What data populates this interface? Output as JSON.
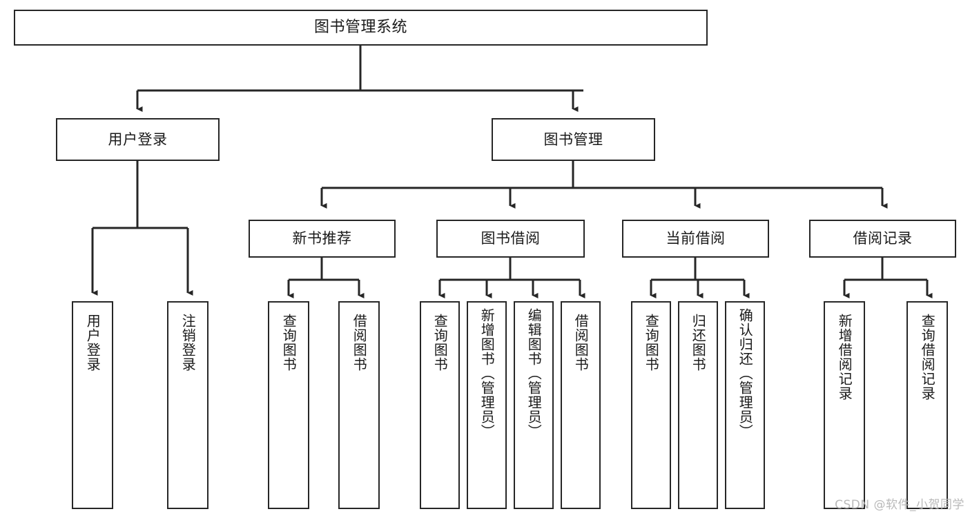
{
  "diagram": {
    "title": "图书管理系统",
    "watermark": "CSDN @软件_小贺同学",
    "stroke_color": "#262626",
    "fill_color": "#ffffff",
    "text_color": "#1a1a1a",
    "watermark_color": "#b9b9b9",
    "nodes": {
      "root": {
        "label": "图书管理系统"
      },
      "level2": [
        {
          "id": "user-login",
          "label": "用户登录"
        },
        {
          "id": "book-management",
          "label": "图书管理"
        }
      ],
      "level3": [
        {
          "id": "new-book-recommend",
          "label": "新书推荐"
        },
        {
          "id": "book-borrow",
          "label": "图书借阅"
        },
        {
          "id": "current-borrow",
          "label": "当前借阅"
        },
        {
          "id": "borrow-record",
          "label": "借阅记录"
        }
      ],
      "leaves": [
        {
          "id": "leaf-user-login",
          "label": "用户登录",
          "parent": "user-login"
        },
        {
          "id": "leaf-logout-login",
          "label": "注销登录",
          "parent": "user-login"
        },
        {
          "id": "leaf-query-book-1",
          "label": "查询图书",
          "parent": "new-book-recommend"
        },
        {
          "id": "leaf-borrow-book-1",
          "label": "借阅图书",
          "parent": "new-book-recommend"
        },
        {
          "id": "leaf-query-book-2",
          "label": "查询图书",
          "parent": "book-borrow"
        },
        {
          "id": "leaf-add-book",
          "label": "新增图书（管理员）",
          "parent": "book-borrow"
        },
        {
          "id": "leaf-edit-book",
          "label": "编辑图书（管理员）",
          "parent": "book-borrow"
        },
        {
          "id": "leaf-borrow-book-2",
          "label": "借阅图书",
          "parent": "book-borrow"
        },
        {
          "id": "leaf-query-book-3",
          "label": "查询图书",
          "parent": "current-borrow"
        },
        {
          "id": "leaf-return-book",
          "label": "归还图书",
          "parent": "current-borrow"
        },
        {
          "id": "leaf-confirm-return",
          "label": "确认归还（管理员）",
          "parent": "current-borrow"
        },
        {
          "id": "leaf-add-borrow-record",
          "label": "新增借阅记录",
          "parent": "borrow-record"
        },
        {
          "id": "leaf-query-borrow-record",
          "label": "查询借阅记录",
          "parent": "borrow-record"
        }
      ]
    }
  }
}
